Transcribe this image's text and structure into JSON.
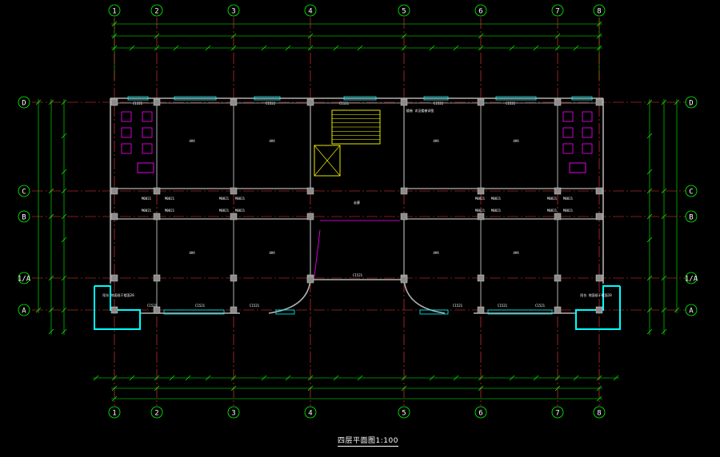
{
  "title": "四层平面图1:100",
  "colors": {
    "background": "#000000",
    "axis": "#ff3b3b",
    "dimension": "#00ff00",
    "wall": "#b0b0b0",
    "column": "#8c8c8c",
    "balcony": "#00ffff",
    "fixture": "#ff00ff",
    "stair": "#ffff00",
    "text": "#ffffff"
  },
  "grid": {
    "columns": [
      "1",
      "2",
      "3",
      "4",
      "5",
      "6",
      "7",
      "8"
    ],
    "rows": [
      "D",
      "C",
      "B",
      "1/A",
      "A"
    ]
  },
  "labels": {
    "room": "4#A",
    "corridor": "走廊",
    "door": "M0821",
    "window": "C1521",
    "balcony_note": "阳台 地面低于楼面20",
    "stair_note": "楼梯 详见楼梯详图"
  }
}
